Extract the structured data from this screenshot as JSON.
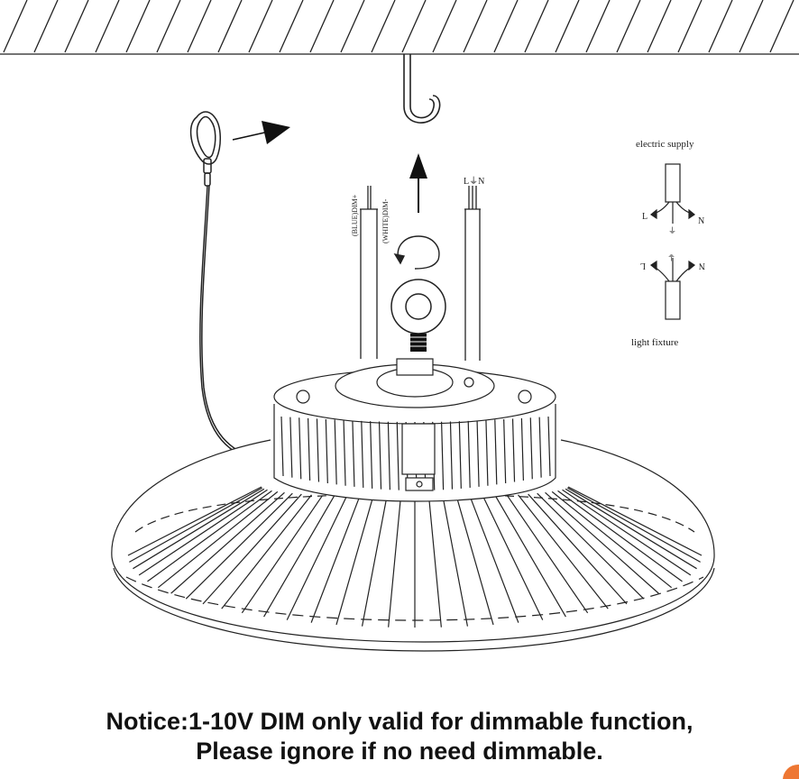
{
  "labels": {
    "electric_supply": "electric supply",
    "light_fixture": "light fixture",
    "supply_L": "L",
    "supply_N": "N",
    "fixture_L": "L",
    "fixture_N": "N",
    "wire_top": "L⏚N",
    "dim_plus": "(BLUE)DIM+",
    "dim_minus": "(WHITE)DIM-",
    "ground": "⏚"
  },
  "notice": {
    "line1": "Notice:1-10V DIM only valid for dimmable function,",
    "line2": "Please ignore if no need dimmable."
  },
  "icons": [
    "ceiling-hatch",
    "hook-icon",
    "carabiner-icon",
    "arrow-up-icon",
    "rotate-arrow-icon",
    "eye-bolt-icon",
    "ground-icon"
  ],
  "colors": {
    "line": "#222222",
    "accent": "#ee7733"
  }
}
